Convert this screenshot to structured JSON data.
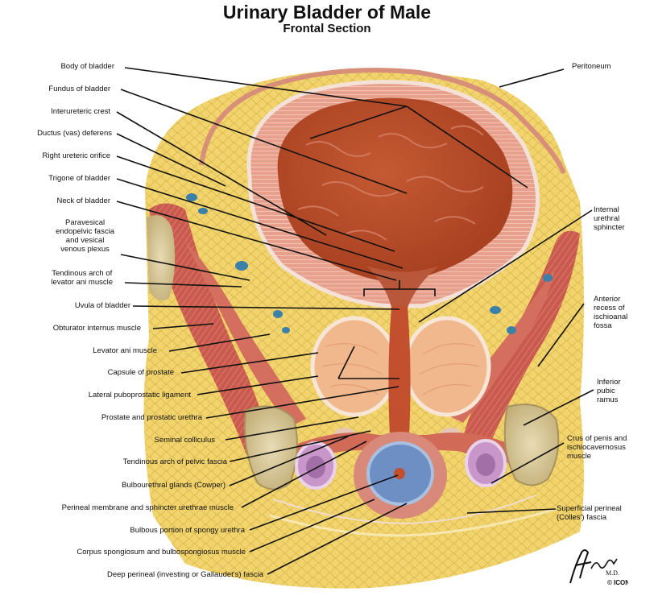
{
  "title": "Urinary Bladder of Male",
  "subtitle": "Frontal Section",
  "labels_left": [
    "Body of bladder",
    "Fundus of bladder",
    "Interureteric crest",
    "Ductus (vas) deferens",
    "Right ureteric orifice",
    "Trigone of bladder",
    "Neck of bladder",
    "Paravesical\nendopelvic fascia\nand vesical\nvenous plexus",
    "Tendinous arch of\nlevator ani muscle",
    "Uvula of bladder",
    "Obturator internus muscle",
    "Levator ani muscle",
    "Capsule of prostate",
    "Lateral puboprostatic ligament",
    "Prostate and prostatic urethra",
    "Seminal colliculus",
    "Tendinous arch of pelvic fascia",
    "Bulbourethral glands (Cowper)",
    "Perineal membrane and sphincter urethrae muscle",
    "Bulbous portion of spongy urethra",
    "Corpus spongiosum and bulbospongiosus muscle",
    "Deep perineal (investing or Gallaudet's) fascia"
  ],
  "labels_right": [
    "Peritoneum",
    "Internal\nurethral\nsphincter",
    "Anterior\nrecess of\nischioanal\nfossa",
    "Inferior\npubic\nramus",
    "Crus of penis and\nischiocavernosus\nmuscle",
    "Superficial perineal\n(Colles') fascia"
  ],
  "signature": "F. Netter M.D.",
  "publisher": "ICON",
  "colors": {
    "bladder_lumen": "#b34a26",
    "bladder_wall": "#e09a86",
    "muscle": "#c9574a",
    "fat": "#f1d36a",
    "bone": "#d8c89a",
    "prostate": "#f0b88c",
    "spongiosum": "#6d8fc4",
    "crus": "#b784b8",
    "vein": "#3b80a8"
  }
}
